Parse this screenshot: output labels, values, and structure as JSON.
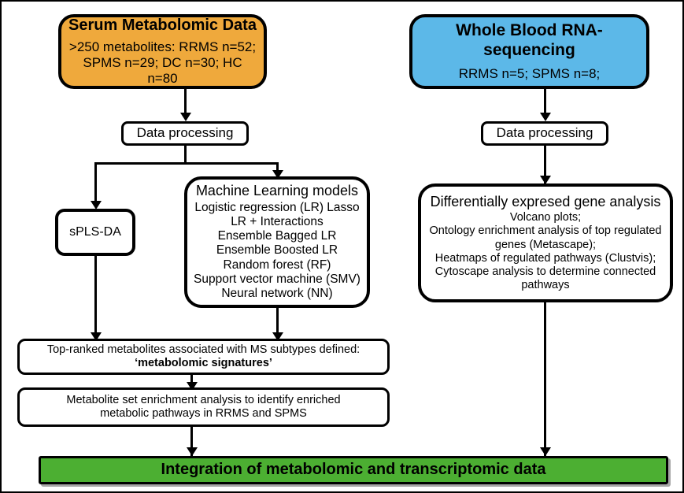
{
  "diagram": {
    "title": "Study workflow: metabolomic and transcriptomic integration",
    "colors": {
      "serum_box": "#EFA93C",
      "rna_box": "#5CB8E8",
      "integration_box": "#4CAF32",
      "stroke": "#000000",
      "background": "#FFFFFF"
    }
  },
  "nodes": {
    "serum": {
      "title": "Serum Metabolomic Data",
      "line1": ">250 metabolites: RRMS n=52;",
      "line2": "SPMS n=29; DC n=30; HC n=80"
    },
    "rna": {
      "title": "Whole Blood RNA-sequencing",
      "line1": "RRMS n=5; SPMS n=8;"
    },
    "data_processing_left": {
      "label": "Data processing"
    },
    "data_processing_right": {
      "label": "Data processing"
    },
    "spls_da": {
      "label": "sPLS-DA"
    },
    "ml_models": {
      "title": "Machine Learning models",
      "items": [
        "Logistic regression (LR) Lasso",
        "LR + Interactions",
        "Ensemble Bagged LR",
        "Ensemble Boosted LR",
        "Random forest (RF)",
        "Support vector machine (SMV)",
        "Neural network (NN)"
      ]
    },
    "deg_analysis": {
      "title": "Differentially expresed gene analysis",
      "items": [
        "Volcano plots;",
        "Ontology enrichment analysis of top regulated",
        "genes (Metascape);",
        "Heatmaps of regulated pathways (Clustvis);",
        "Cytoscape analysis to determine connected",
        "pathways"
      ]
    },
    "top_ranked": {
      "line1": "Top-ranked metabolites associated with MS subtypes defined:",
      "line2": "‘metabolomic signatures’"
    },
    "msea": {
      "line1": "Metabolite set enrichment analysis to identify enriched",
      "line2": "metabolic pathways in RRMS and SPMS"
    },
    "integration": {
      "title": "Integration of metabolomic and transcriptomic data"
    }
  }
}
